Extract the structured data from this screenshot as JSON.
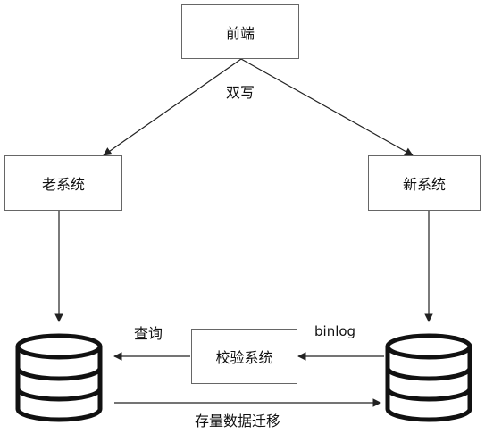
{
  "nodes": {
    "frontend": "前端",
    "old_system": "老系统",
    "new_system": "新系统",
    "verify_system": "校验系统"
  },
  "labels": {
    "dual_write": "双写",
    "query": "查询",
    "binlog": "binlog",
    "migration": "存量数据迁移"
  },
  "colors": {
    "line": "#222222",
    "box_border": "#666666"
  }
}
